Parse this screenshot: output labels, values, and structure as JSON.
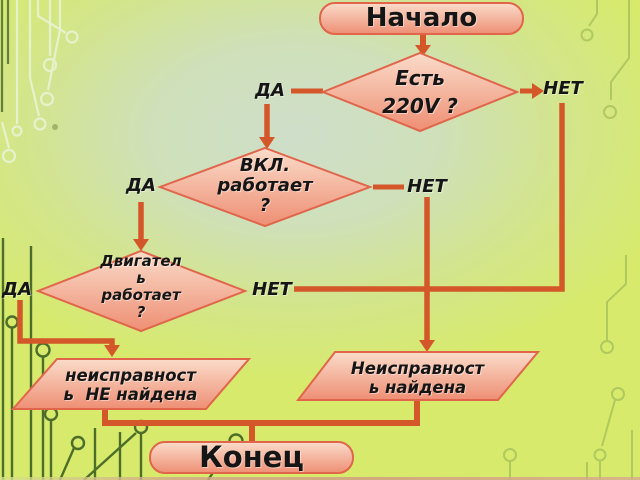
{
  "slide": {
    "kind": "troubleshooting-flowchart",
    "start_label": "Начало",
    "end_label": "Конец",
    "decisions": [
      {
        "name": "power-check",
        "lines": [
          "Есть",
          "220V ?"
        ]
      },
      {
        "name": "switch-check",
        "lines": [
          "ВКЛ.",
          "работает",
          "?"
        ]
      },
      {
        "name": "motor-check",
        "lines": [
          "Двигател",
          "ь",
          "работает",
          "?"
        ]
      }
    ],
    "results": [
      {
        "name": "fault-not-found",
        "lines": [
          "неисправност",
          "ь  НЕ найдена"
        ]
      },
      {
        "name": "fault-found",
        "lines": [
          "Неисправност",
          "ь найдена"
        ]
      }
    ],
    "edge_labels": {
      "yes_1": "ДА",
      "no_1": "НЕТ",
      "yes_2": "ДА",
      "no_2": "НЕТ",
      "yes_3": "ДА",
      "no_3": "НЕТ"
    },
    "colors": {
      "connector": "#d4572a",
      "shape_border": "#e0654a",
      "shape_fill_top": "#fadcca",
      "shape_fill_bottom": "#ee8f74",
      "background_center": "#cfdec9",
      "background_edge": "#d7ea6b",
      "text": "#151515"
    }
  }
}
